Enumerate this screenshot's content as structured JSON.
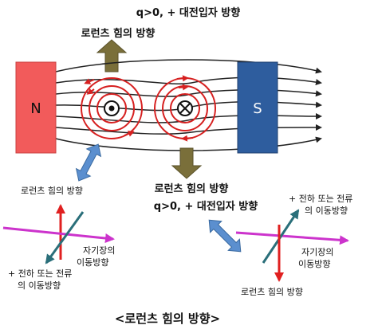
{
  "top": {
    "charge_line": "q>0, + 대전입자 방향",
    "force_label": "로런츠 힘의 방향"
  },
  "magnets": {
    "north": {
      "label": "N",
      "color": "#f25b5b"
    },
    "south": {
      "label": "S",
      "color": "#2e5d9e"
    }
  },
  "middle": {
    "force_label": "로런츠 힘의 방향",
    "charge_line": "q>0, + 대전입자 방향"
  },
  "left_diagram": {
    "force_label": "로런츠 힘의 방향",
    "field_label_1": "자기장의",
    "field_label_2": "이동방향",
    "current_label_1": "+ 전하 또는 전류",
    "current_label_2": "의 이동방향"
  },
  "right_diagram": {
    "current_label_1": "+ 전하 또는 전류",
    "current_label_2": "의 이동방향",
    "field_label_1": "자기장의",
    "field_label_2": "이동방향",
    "force_label": "로런츠 힘의 방향"
  },
  "caption": "<로런츠 힘의 방향>",
  "colors": {
    "force_arrow": "#7a6f3a",
    "pointer_arrow": "#5b8fcf",
    "field_arrow": "#cc33cc",
    "red_arrow": "#e02020",
    "teal_arrow": "#2a6f7a",
    "circle_red": "#d62020"
  }
}
